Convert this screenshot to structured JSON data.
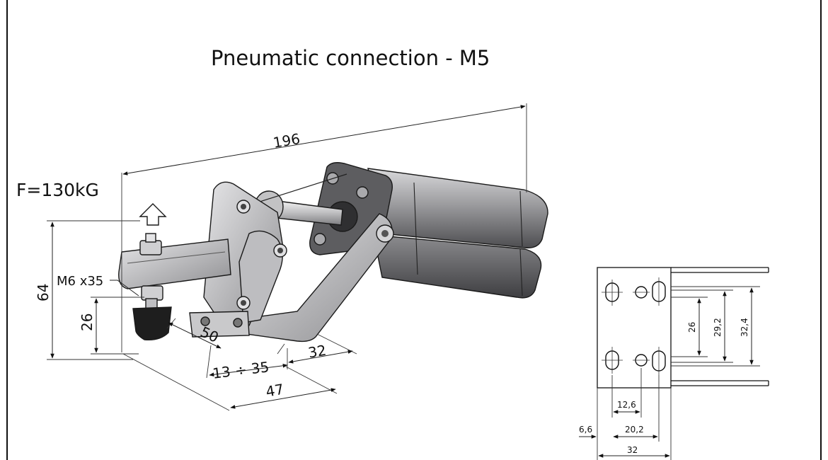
{
  "title": "Pneumatic connection - M5",
  "force_label": "F=130kG",
  "thread_label": "M6 x35",
  "dimensions": {
    "overall_length": "196",
    "height": "64",
    "spindle_height": "26",
    "dim_50": "50",
    "dim_32": "32",
    "adjust_range": "13 ÷ 35",
    "dim_47": "47"
  },
  "detail_dimensions": {
    "hole_spacing_26": "26",
    "hole_spacing_29_2": "29,2",
    "hole_spacing_32_4": "32,4",
    "offset_12_6": "12,6",
    "offset_6_6": "6,6",
    "offset_20_2": "20,2",
    "base_width_32": "32"
  },
  "colors": {
    "line": "#111111",
    "steel_light": "#c9c9cb",
    "steel_dark": "#5a5a5c",
    "rubber": "#1e1e1e"
  }
}
